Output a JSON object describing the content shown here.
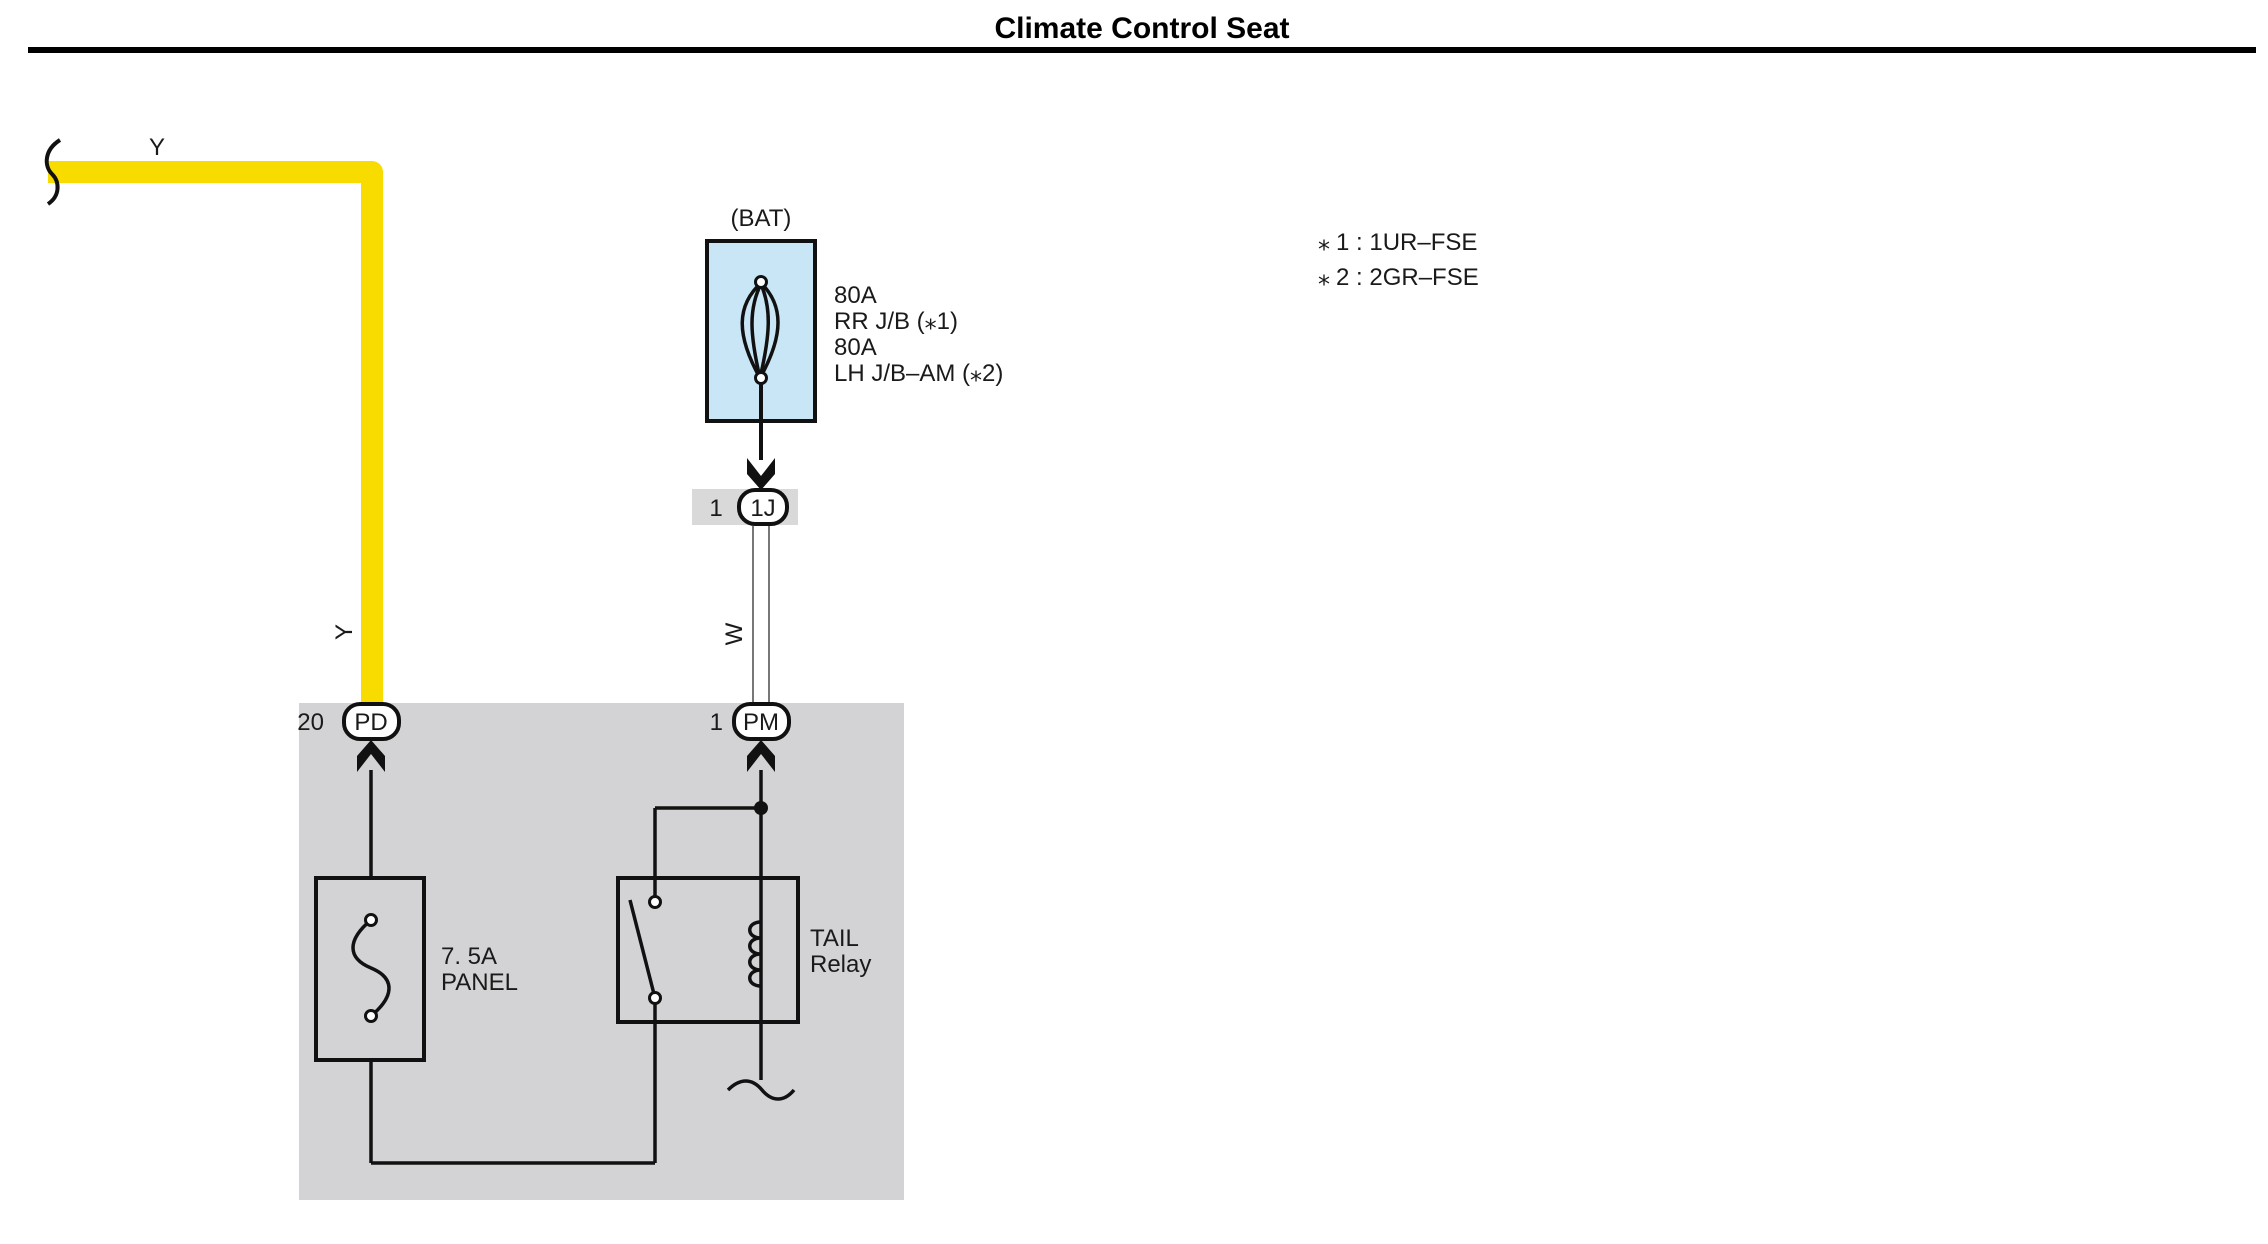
{
  "title": "Climate Control Seat",
  "colors": {
    "wire_y": "#f8dc00",
    "ecu_area": "#d3d3d5",
    "battery_fill": "#c8e6f5",
    "connector_bg": "#d9d9d9"
  },
  "left_wire": {
    "color_code_top": "Y",
    "color_code_side": "Y"
  },
  "battery": {
    "source_label": "(BAT)",
    "fuse_line1": "80A",
    "fuse_line2": "RR J/B (⁎1)",
    "fuse_line3": "80A",
    "fuse_line4": "LH J/B–AM (⁎2)"
  },
  "connector_1j": {
    "pin": "1",
    "id": "1J"
  },
  "wire_w": {
    "color_code": "W"
  },
  "connector_pd": {
    "pin": "20",
    "id": "PD"
  },
  "connector_pm": {
    "pin": "1",
    "id": "PM"
  },
  "panel_fuse": {
    "rating": "7. 5A",
    "name": "PANEL"
  },
  "tail_relay": {
    "line1": "TAIL",
    "line2": "Relay"
  },
  "notes": [
    {
      "mark": "⁎",
      "text": "1 : 1UR–FSE"
    },
    {
      "mark": "⁎",
      "text": "2 : 2GR–FSE"
    }
  ]
}
